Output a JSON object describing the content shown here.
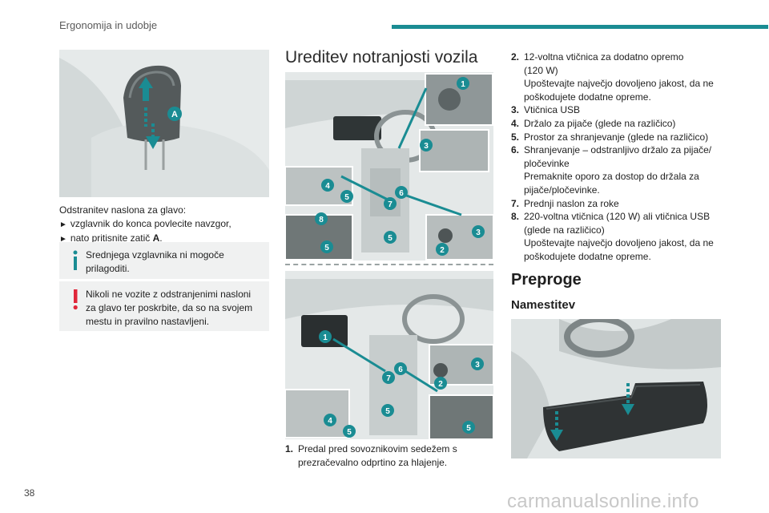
{
  "header": {
    "title": "Ergonomija in udobje",
    "accent_color": "#1a8c93"
  },
  "headrest_figure": {
    "label": "A"
  },
  "headrest_text": {
    "intro": "Odstranitev naslona za glavo:",
    "step1": "vzglavnik do konca povlecite navzgor,",
    "step2_prefix": "nato pritisnite zatič ",
    "step2_bold": "A",
    "step2_suffix": "."
  },
  "info_notice": {
    "icon": "info-icon",
    "text": "Srednjega vzglavnika ni mogoče prilagoditi."
  },
  "warning_notice": {
    "icon": "exclamation-icon",
    "warning_color": "#e0263a",
    "text": "Nikoli ne vozite z odstranjenimi nasloni za glavo ter poskrbite, da so na svojem mestu in pravilno nastavljeni."
  },
  "interior_section": {
    "title": "Ureditev notranjosti vozila",
    "badges_top": [
      "1",
      "3",
      "4",
      "5",
      "6",
      "7",
      "8",
      "5",
      "5",
      "2",
      "3"
    ],
    "badges_bottom": [
      "1",
      "6",
      "7",
      "3",
      "2",
      "4",
      "5",
      "5",
      "5"
    ]
  },
  "list_items": [
    {
      "num": "1.",
      "lines": [
        "Predal pred sovoznikovim sedežem s",
        "prezračevalno odprtino za hlajenje."
      ]
    },
    {
      "num": "2.",
      "lines": [
        "12-voltna vtičnica za dodatno opremo",
        "(120 W)",
        "Upoštevajte največjo dovoljeno jakost, da ne",
        "poškodujete dodatne opreme."
      ]
    },
    {
      "num": "3.",
      "lines": [
        "Vtičnica USB"
      ]
    },
    {
      "num": "4.",
      "lines": [
        "Držalo za pijače (glede na različico)"
      ]
    },
    {
      "num": "5.",
      "lines": [
        "Prostor za shranjevanje (glede na različico)"
      ]
    },
    {
      "num": "6.",
      "lines": [
        "Shranjevanje – odstranljivo držalo za pijače/",
        "pločevinke",
        "Premaknite oporo za dostop do držala za",
        "pijače/pločevinke."
      ]
    },
    {
      "num": "7.",
      "lines": [
        "Prednji naslon za roke"
      ]
    },
    {
      "num": "8.",
      "lines": [
        "220-voltna vtičnica (120 W) ali vtičnica USB",
        "(glede na različico)",
        "Upoštevajte največjo dovoljeno jakost, da ne",
        "poškodujete dodatne opreme."
      ]
    }
  ],
  "mats_section": {
    "title": "Preproge",
    "subtitle": "Namestitev"
  },
  "footer": {
    "page_number": "38",
    "watermark": "carmanualsonline.info"
  }
}
